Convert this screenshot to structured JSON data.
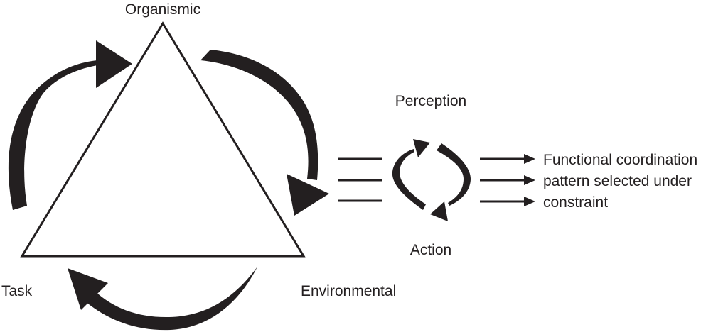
{
  "constraints": {
    "organismic": "Organismic",
    "task": "Task",
    "environmental": "Environmental"
  },
  "cycle": {
    "top": "Perception",
    "bottom": "Action"
  },
  "outcome": {
    "lines": [
      "Functional coordination",
      "pattern selected under",
      "constraint"
    ]
  },
  "colors": {
    "ink": "#231f20",
    "background": "#ffffff"
  }
}
